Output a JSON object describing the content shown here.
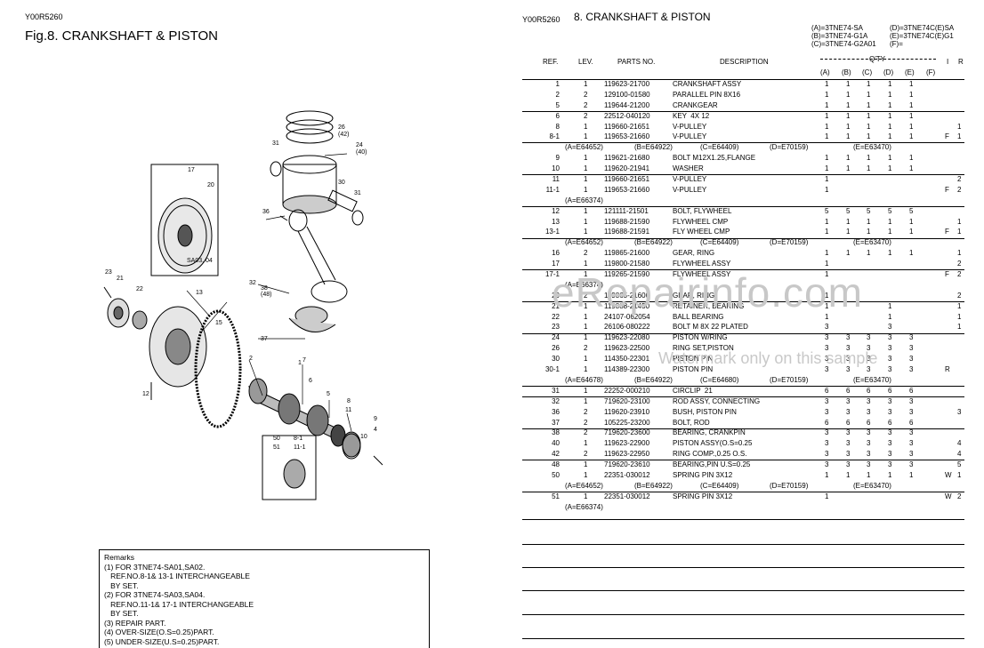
{
  "left": {
    "code": "Y00R5260",
    "title": "Fig.8.  CRANKSHAFT & PISTON",
    "callouts": [
      "17",
      "20",
      "SA03, 04",
      "23",
      "21",
      "22",
      "13",
      "15",
      "12",
      "2",
      "7",
      "6",
      "5",
      "8",
      "11",
      "9",
      "4",
      "10",
      "50",
      "51",
      "8-1",
      "11-1",
      "31",
      "26",
      "(42)",
      "24",
      "(40)",
      "30",
      "31",
      "36",
      "32",
      "38",
      "(48)",
      "37",
      "1"
    ],
    "remarks_title": "Remarks",
    "remarks": [
      "(1) FOR 3TNE74-SA01,SA02.",
      "   REF.NO.8-1& 13-1 INTERCHANGEABLE",
      "   BY SET.",
      "(2) FOR 3TNE74-SA03,SA04.",
      "   REF.NO.11-1& 17-1 INTERCHANGEABLE",
      "   BY SET.",
      "(3) REPAIR PART.",
      "(4) OVER-SIZE(O.S=0.25)PART.",
      "(5) UNDER-SIZE(U.S=0.25)PART."
    ]
  },
  "right": {
    "code": "Y00R5260",
    "title": "8.  CRANKSHAFT & PISTON",
    "legend": {
      "a": "(A)=3TNE74-SA",
      "b": "(B)=3TNE74-G1A",
      "c": "(C)=3TNE74-G2A01",
      "d": "(D)=3TNE74C(E)SA",
      "e": "(E)=3TNE74C(E)G1",
      "f": "(F)="
    },
    "headers": {
      "ref": "REF.",
      "lev": "LEV.",
      "parts": "PARTS NO.",
      "desc": "DESCRIPTION",
      "qty": "Q'TY",
      "i": "I",
      "r": "R",
      "cols": [
        "(A)",
        "(B)",
        "(C)",
        "(D)",
        "(E)",
        "(F)"
      ]
    },
    "rows": [
      {
        "ref": "1",
        "lev": "1",
        "pn": "119623-21700",
        "desc": "CRANKSHAFT ASSY",
        "q": [
          "1",
          "1",
          "1",
          "1",
          "1",
          ""
        ],
        "i": "",
        "r": ""
      },
      {
        "ref": "2",
        "lev": "2",
        "pn": "129100-01580",
        "desc": "PARALLEL PIN 8X16",
        "q": [
          "1",
          "1",
          "1",
          "1",
          "1",
          ""
        ],
        "i": "",
        "r": ""
      },
      {
        "ref": "5",
        "lev": "2",
        "pn": "119644-21200",
        "desc": "CRANKGEAR",
        "q": [
          "1",
          "1",
          "1",
          "1",
          "1",
          ""
        ],
        "i": "",
        "r": "",
        "sep": true
      },
      {
        "ref": "6",
        "lev": "2",
        "pn": "22512-040120",
        "desc": "KEY  4X 12",
        "q": [
          "1",
          "1",
          "1",
          "1",
          "1",
          ""
        ],
        "i": "",
        "r": ""
      },
      {
        "ref": "8",
        "lev": "1",
        "pn": "119660-21651",
        "desc": "V-PULLEY",
        "q": [
          "1",
          "1",
          "1",
          "1",
          "1",
          ""
        ],
        "i": "",
        "r": "1"
      },
      {
        "ref": "8-1",
        "lev": "1",
        "pn": "119653-21660",
        "desc": "V-PULLEY",
        "q": [
          "1",
          "1",
          "1",
          "1",
          "1",
          ""
        ],
        "i": "F",
        "r": "1",
        "sep": true
      },
      {
        "serial": true,
        "parts": [
          "(A=E64652)",
          "(B=E64922)",
          "(C=E64409)",
          "(D=E70159)",
          "(E=E63470)"
        ]
      },
      {
        "ref": "9",
        "lev": "1",
        "pn": "119621-21680",
        "desc": "BOLT M12X1.25,FLANGE",
        "q": [
          "1",
          "1",
          "1",
          "1",
          "1",
          ""
        ],
        "i": "",
        "r": ""
      },
      {
        "ref": "10",
        "lev": "1",
        "pn": "119620-21941",
        "desc": "WASHER",
        "q": [
          "1",
          "1",
          "1",
          "1",
          "1",
          ""
        ],
        "i": "",
        "r": "",
        "sep": true
      },
      {
        "ref": "11",
        "lev": "1",
        "pn": "119660-21651",
        "desc": "V-PULLEY",
        "q": [
          "1",
          "",
          "",
          "",
          "",
          ""
        ],
        "i": "",
        "r": "2"
      },
      {
        "ref": "11-1",
        "lev": "1",
        "pn": "119653-21660",
        "desc": "V-PULLEY",
        "q": [
          "1",
          "",
          "",
          "",
          "",
          ""
        ],
        "i": "F",
        "r": "2"
      },
      {
        "serial": true,
        "parts": [
          "(A=E66374)"
        ],
        "sep": true
      },
      {
        "ref": "12",
        "lev": "1",
        "pn": "121111-21501",
        "desc": "BOLT, FLYWHEEL",
        "q": [
          "5",
          "5",
          "5",
          "5",
          "5",
          ""
        ],
        "i": "",
        "r": ""
      },
      {
        "ref": "13",
        "lev": "1",
        "pn": "119688-21590",
        "desc": "FLYWHEEL CMP",
        "q": [
          "1",
          "1",
          "1",
          "1",
          "1",
          ""
        ],
        "i": "",
        "r": "1"
      },
      {
        "ref": "13-1",
        "lev": "1",
        "pn": "119688-21591",
        "desc": "FLY WHEEL CMP",
        "q": [
          "1",
          "1",
          "1",
          "1",
          "1",
          ""
        ],
        "i": "F",
        "r": "1",
        "sep": true
      },
      {
        "serial": true,
        "parts": [
          "(A=E64652)",
          "(B=E64922)",
          "(C=E64409)",
          "(D=E70159)",
          "(E=E63470)"
        ]
      },
      {
        "ref": "16",
        "lev": "2",
        "pn": "119865-21600",
        "desc": "GEAR, RING",
        "q": [
          "1",
          "1",
          "1",
          "1",
          "1",
          ""
        ],
        "i": "",
        "r": "1"
      },
      {
        "ref": "17",
        "lev": "1",
        "pn": "119800-21580",
        "desc": "FLYWHEEL ASSY",
        "q": [
          "1",
          "",
          "",
          "",
          "",
          ""
        ],
        "i": "",
        "r": "2",
        "sep": true
      },
      {
        "ref": "17-1",
        "lev": "1",
        "pn": "119265-21590",
        "desc": "FLYWHEEL ASSY",
        "q": [
          "1",
          "",
          "",
          "",
          "",
          ""
        ],
        "i": "F",
        "r": "2"
      },
      {
        "serial": true,
        "parts": [
          "(A=E66374)"
        ]
      },
      {
        "ref": "20",
        "lev": "2",
        "pn": "119865-21600",
        "desc": "GEAR, RING",
        "q": [
          "1",
          "",
          "",
          "",
          "",
          ""
        ],
        "i": "",
        "r": "2",
        "sep": true
      },
      {
        "ref": "21",
        "lev": "1",
        "pn": "119888-21450",
        "desc": "RETAINER, BEARING",
        "q": [
          "1",
          "",
          "",
          "1",
          "",
          ""
        ],
        "i": "",
        "r": "1"
      },
      {
        "ref": "22",
        "lev": "1",
        "pn": "24107-062054",
        "desc": "BALL BEARING",
        "q": [
          "1",
          "",
          "",
          "1",
          "",
          ""
        ],
        "i": "",
        "r": "1"
      },
      {
        "ref": "23",
        "lev": "1",
        "pn": "26106-080222",
        "desc": "BOLT M 8X 22 PLATED",
        "q": [
          "3",
          "",
          "",
          "3",
          "",
          ""
        ],
        "i": "",
        "r": "1",
        "sep": true
      },
      {
        "ref": "24",
        "lev": "1",
        "pn": "119623-22080",
        "desc": "PISTON W/RING",
        "q": [
          "3",
          "3",
          "3",
          "3",
          "3",
          ""
        ],
        "i": "",
        "r": ""
      },
      {
        "ref": "26",
        "lev": "2",
        "pn": "119623-22500",
        "desc": "RING SET,PISTON",
        "q": [
          "3",
          "3",
          "3",
          "3",
          "3",
          ""
        ],
        "i": "",
        "r": ""
      },
      {
        "ref": "30",
        "lev": "1",
        "pn": "114350-22301",
        "desc": "PISTON PIN",
        "q": [
          "3",
          "3",
          "3",
          "3",
          "3",
          ""
        ],
        "i": "",
        "r": ""
      },
      {
        "ref": "30-1",
        "lev": "1",
        "pn": "114389-22300",
        "desc": "PISTON PIN",
        "q": [
          "3",
          "3",
          "3",
          "3",
          "3",
          ""
        ],
        "i": "R",
        "r": ""
      },
      {
        "serial": true,
        "parts": [
          "(A=E64678)",
          "(B=E64922)",
          "(C=E64680)",
          "(D=E70159)",
          "(E=E63470)"
        ],
        "sep": true
      },
      {
        "ref": "31",
        "lev": "1",
        "pn": "22252-000210",
        "desc": "CIRCLIP  21",
        "q": [
          "6",
          "6",
          "6",
          "6",
          "6",
          ""
        ],
        "i": "",
        "r": "",
        "sep": true
      },
      {
        "ref": "32",
        "lev": "1",
        "pn": "719620-23100",
        "desc": "ROD ASSY, CONNECTING",
        "q": [
          "3",
          "3",
          "3",
          "3",
          "3",
          ""
        ],
        "i": "",
        "r": ""
      },
      {
        "ref": "36",
        "lev": "2",
        "pn": "119620-23910",
        "desc": "BUSH, PISTON PIN",
        "q": [
          "3",
          "3",
          "3",
          "3",
          "3",
          ""
        ],
        "i": "",
        "r": "3"
      },
      {
        "ref": "37",
        "lev": "2",
        "pn": "105225-23200",
        "desc": "BOLT, ROD",
        "q": [
          "6",
          "6",
          "6",
          "6",
          "6",
          ""
        ],
        "i": "",
        "r": "",
        "sep": true
      },
      {
        "ref": "38",
        "lev": "2",
        "pn": "719620-23600",
        "desc": "BEARING, CRANKPIN",
        "q": [
          "3",
          "3",
          "3",
          "3",
          "3",
          ""
        ],
        "i": "",
        "r": ""
      },
      {
        "ref": "40",
        "lev": "1",
        "pn": "119623-22900",
        "desc": "PISTON ASSY(O.S=0.25",
        "q": [
          "3",
          "3",
          "3",
          "3",
          "3",
          ""
        ],
        "i": "",
        "r": "4"
      },
      {
        "ref": "42",
        "lev": "2",
        "pn": "119623-22950",
        "desc": "RING COMP.,0.25 O.S.",
        "q": [
          "3",
          "3",
          "3",
          "3",
          "3",
          ""
        ],
        "i": "",
        "r": "4",
        "sep": true
      },
      {
        "ref": "48",
        "lev": "1",
        "pn": "719620-23610",
        "desc": "BEARING,PIN U.S=0.25",
        "q": [
          "3",
          "3",
          "3",
          "3",
          "3",
          ""
        ],
        "i": "",
        "r": "5"
      },
      {
        "ref": "50",
        "lev": "1",
        "pn": "22351-030012",
        "desc": "SPRING PIN 3X12",
        "q": [
          "1",
          "1",
          "1",
          "1",
          "1",
          ""
        ],
        "i": "W",
        "r": "1"
      },
      {
        "serial": true,
        "parts": [
          "(A=E64652)",
          "(B=E64922)",
          "(C=E64409)",
          "(D=E70159)",
          "(E=E63470)"
        ],
        "sep": true
      },
      {
        "ref": "51",
        "lev": "1",
        "pn": "22351-030012",
        "desc": "SPRING PIN 3X12",
        "q": [
          "1",
          "",
          "",
          "",
          "",
          ""
        ],
        "i": "W",
        "r": "2"
      },
      {
        "serial": true,
        "parts": [
          "(A=E66374)"
        ]
      }
    ]
  },
  "watermark": "eRepairinfo.com",
  "watermark_sub": "Watermark only on this sample"
}
